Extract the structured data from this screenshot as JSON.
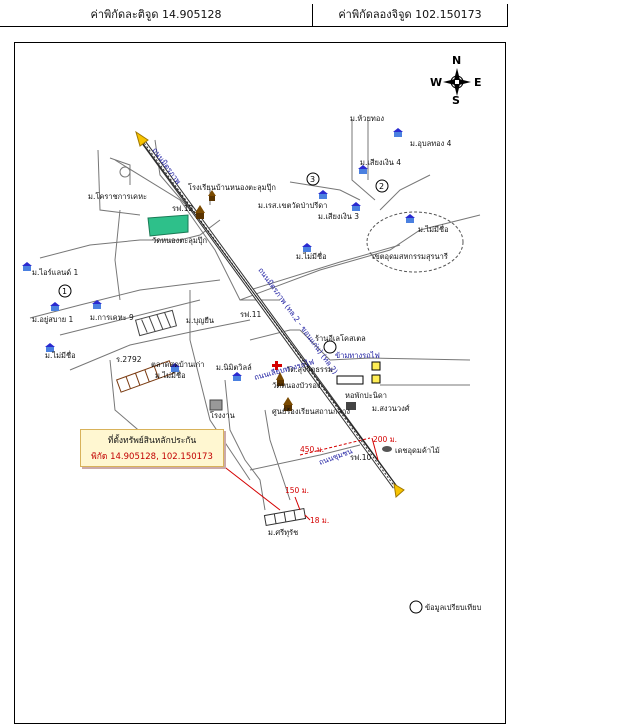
{
  "header": {
    "latitude": "ค่าพิกัดละติจูด 14.905128",
    "longitude": "ค่าพิกัดลองจิจูด 102.150173"
  },
  "compass": {
    "n": "N",
    "s": "S",
    "e": "E",
    "w": "W"
  },
  "callout": {
    "title": "ที่ตั้งทรัพย์สินหลักประกัน",
    "coords": "พิกัด 14.905128, 102.150173"
  },
  "legend": {
    "text": "ข้อมูลเปรียบเทียบ"
  },
  "labels": {
    "m_huai_thong": "ม.ห้วยทอง",
    "m_ubon_thong4": "ม.อุบลทอง 4",
    "m_siang_ngoen4": "ม.เสียงเงิน 4",
    "road_name": "ถนนมิตรภาพ",
    "school": "โรงเรียนบ้านหนองตะลุมปุ๊ก",
    "m_korat_khet": "ม.โคราชการเคหะ",
    "kh_ch_12": "รฟ.12",
    "m_rs_khet": "ม.เรส.เขตวัดป่าปรีดา",
    "m_siang_ngoen3": "ม.เสียงเงิน 3",
    "m_mai_mi_chue": "ม.ไม่มีชื่อ",
    "wat": "วัดหนองตะลุมปุ๊ก",
    "m_mai_mi_chue2": "ม.ไม่มีชื่อ",
    "khet_udom": "เขตอุดมสหกรรมสุรนารี",
    "road_blue": "ถนนมิตรภาพ (ทล.2 - ขอนแก่น) (ทล.2)",
    "m_orchard1": "ม.ไอร์แลนด์ 1",
    "m_as_sabai1": "ม.อยู่สบาย 1",
    "m_kankhet9": "ม.การเคหะ 9",
    "m_boonyuen": "ม.บุญยืน",
    "kh_ch_11": "รฟ.11",
    "m_mai_mi_chue3": "ม.ไม่มีชื่อ",
    "num_2792": "ร.2792",
    "market": "ตลาดสดบ้านเก่า",
    "m_mai_mi_chue4": "ม.ไม่มีชื่อ",
    "m_nimit": "ม.นิมิตวิลล์",
    "raan_dok": "ร้านอีเลโคสเตล",
    "wat_sucha": "วัด.สุจริตธรรม",
    "bridge": "ข้ามทางรถไฟ",
    "road_sub": "ถนนเลียบทางรถไฟ",
    "wat_nong": "วัดหนองบัวรอง",
    "market2": "ศูนย์ร้องเรียนสถานกลาง",
    "phan_pa": "หอพักปะนิดา",
    "m_song_wong": "ม.สงวนวงศ์",
    "factory": "โรงงาน",
    "ket_lum": "เดชอุดมค้าไม้",
    "kh_ch_10": "รฟ.10",
    "m_sahakon": "ม.ศรีทุรัช",
    "d450": "450 ม.",
    "d200": "200 ม.",
    "d150": "150 ม.",
    "d18": "18 ม.",
    "road_small": "ถนนชุมชน"
  },
  "markers": {
    "one": "1",
    "two": "2",
    "three": "3"
  },
  "colors": {
    "road_blue": "#2233cc",
    "red": "#d40000",
    "green": "#2ec08a"
  }
}
